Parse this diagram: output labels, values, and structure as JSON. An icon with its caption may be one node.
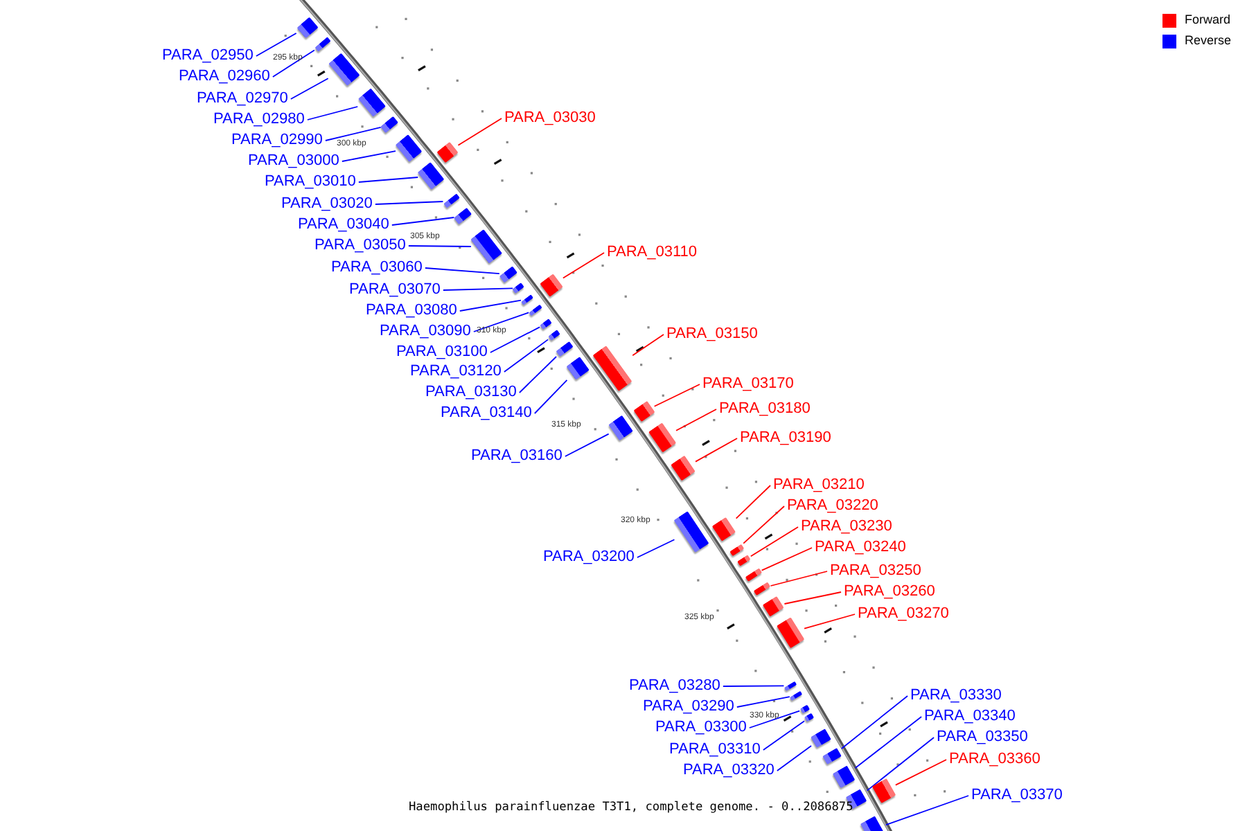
{
  "diagram": {
    "caption": "Haemophilus parainfluenzae T3T1, complete genome. - 0..2086875",
    "nodes": [
      {
        "text": [
          "PARA_02950"
        ]
      },
      {
        "text": [],
        "shape": "box"
      },
      {
        "text": [
          "PARA_02960"
        ]
      },
      {
        "text": [],
        "shape": "box"
      },
      {
        "text": [
          "PARA_02970"
        ]
      },
      {
        "text": [],
        "shape": "box"
      },
      {
        "text": [
          "PARA_02980"
        ]
      },
      {
        "text": [],
        "shape": "box"
      },
      {
        "text": [
          "PARA_03030"
        ]
      },
      {
        "text": [],
        "shape": "box"
      },
      {
        "text": [
          "PARA_02990"
        ]
      },
      {
        "text": [],
        "shape": "box"
      },
      {
        "text": [
          "PARA_03000"
        ]
      },
      {
        "text": [],
        "shape": "box"
      },
      {
        "text": [
          "PARA_03010"
        ]
      },
      {
        "text": [],
        "shape": "box"
      },
      {
        "text": [
          "PARA_03020"
        ]
      },
      {
        "text": [],
        "shape": "box"
      },
      {
        "text": [
          "PARA_03040"
        ]
      },
      {
        "text": [],
        "shape": "box"
      },
      {
        "text": [
          "PARA_03050"
        ]
      },
      {
        "text": [],
        "shape": "box"
      },
      {
        "text": [
          "PARA_03110"
        ]
      },
      {
        "text": [],
        "shape": "box"
      },
      {
        "text": [
          "PARA_03060"
        ]
      },
      {
        "text": [],
        "shape": "box"
      },
      {
        "text": [
          "PARA_03070"
        ]
      },
      {
        "text": [],
        "shape": "box"
      },
      {
        "text": [
          "PARA_03080"
        ]
      },
      {
        "text": [],
        "shape": "box"
      },
      {
        "text": [
          "PARA_03090"
        ]
      },
      {
        "text": [],
        "shape": "box"
      },
      {
        "text": [
          "PARA_03150"
        ]
      },
      {
        "text": [],
        "shape": "box"
      },
      {
        "text": [
          "PARA_03100"
        ]
      },
      {
        "text": [],
        "shape": "box"
      },
      {
        "text": [
          "PARA_03120"
        ]
      },
      {
        "text": [],
        "shape": "box"
      },
      {
        "text": [
          "PARA_03130"
        ]
      },
      {
        "text": [],
        "shape": "box"
      },
      {
        "text": [
          "PARA_03170"
        ]
      },
      {
        "text": [],
        "shape": "box"
      },
      {
        "text": [
          "PARA_03180"
        ]
      },
      {
        "text": [],
        "shape": "box"
      },
      {
        "text": [
          "PARA_03140"
        ]
      },
      {
        "text": [],
        "shape": "box"
      },
      {
        "text": [
          "PARA_03190"
        ]
      },
      {
        "text": [],
        "shape": "box"
      },
      {
        "text": [
          "PARA_03160"
        ]
      },
      {
        "text": [],
        "shape": "box"
      },
      {
        "text": [
          "PARA_03210"
        ]
      },
      {
        "text": [],
        "shape": "box"
      },
      {
        "text": [
          "PARA_03220"
        ]
      },
      {
        "text": [],
        "shape": "box"
      },
      {
        "text": [
          "PARA_03230"
        ]
      },
      {
        "text": [],
        "shape": "box"
      },
      {
        "text": [
          "PARA_03240"
        ]
      },
      {
        "text": [],
        "shape": "box"
      },
      {
        "text": [
          "PARA_03200"
        ]
      },
      {
        "text": [],
        "shape": "box"
      },
      {
        "text": [
          "PARA_03250"
        ]
      },
      {
        "text": [],
        "shape": "box"
      },
      {
        "text": [
          "PARA_03260"
        ]
      },
      {
        "text": [],
        "shape": "box"
      },
      {
        "text": [
          "PARA_03270"
        ]
      },
      {
        "text": [],
        "shape": "box"
      },
      {
        "text": [
          "PARA_03280"
        ]
      },
      {
        "text": [],
        "shape": "box"
      },
      {
        "text": [
          "PARA_03330"
        ]
      },
      {
        "text": [],
        "shape": "box"
      },
      {
        "text": [
          "PARA_03290"
        ]
      },
      {
        "text": [],
        "shape": "box"
      },
      {
        "text": [
          "PARA_03340"
        ]
      },
      {
        "text": [],
        "shape": "box"
      },
      {
        "text": [
          "PARA_03300"
        ]
      },
      {
        "text": [],
        "shape": "box"
      },
      {
        "text": [
          "PARA_03350"
        ]
      },
      {
        "text": [],
        "shape": "box"
      },
      {
        "text": [
          "PARA_03310"
        ]
      },
      {
        "text": [],
        "shape": "box"
      },
      {
        "text": [
          "PARA_03360"
        ]
      },
      {
        "text": [],
        "shape": "box"
      },
      {
        "text": [
          "PARA_03320"
        ]
      },
      {
        "text": [],
        "shape": "box"
      },
      {
        "text": [
          "PARA_03370"
        ]
      },
      {
        "text": [],
        "shape": "box"
      }
    ],
    "edges": [
      {
        "from": 0,
        "to": 1,
        "arrow": "none"
      },
      {
        "from": 2,
        "to": 3,
        "arrow": "none"
      },
      {
        "from": 4,
        "to": 5,
        "arrow": "none"
      },
      {
        "from": 6,
        "to": 7,
        "arrow": "none"
      },
      {
        "from": 8,
        "to": 9,
        "arrow": "none",
        "color": "#ff0000"
      },
      {
        "from": 10,
        "to": 11,
        "arrow": "none"
      },
      {
        "from": 12,
        "to": 13,
        "arrow": "none"
      },
      {
        "from": 14,
        "to": 15,
        "arrow": "none"
      },
      {
        "from": 16,
        "to": 17,
        "arrow": "none"
      },
      {
        "from": 18,
        "to": 19,
        "arrow": "none"
      },
      {
        "from": 20,
        "to": 21,
        "arrow": "none"
      },
      {
        "from": 22,
        "to": 23,
        "arrow": "none",
        "color": "#ff0000"
      },
      {
        "from": 24,
        "to": 25,
        "arrow": "none"
      },
      {
        "from": 26,
        "to": 27,
        "arrow": "none"
      },
      {
        "from": 28,
        "to": 29,
        "arrow": "none"
      },
      {
        "from": 30,
        "to": 31,
        "arrow": "none"
      },
      {
        "from": 32,
        "to": 33,
        "arrow": "none",
        "color": "#ff0000"
      },
      {
        "from": 34,
        "to": 35,
        "arrow": "none"
      },
      {
        "from": 36,
        "to": 37,
        "arrow": "none"
      },
      {
        "from": 38,
        "to": 39,
        "arrow": "none"
      },
      {
        "from": 40,
        "to": 41,
        "arrow": "none",
        "color": "#ff0000"
      },
      {
        "from": 42,
        "to": 43,
        "arrow": "none",
        "color": "#ff0000"
      },
      {
        "from": 44,
        "to": 45,
        "arrow": "none"
      },
      {
        "from": 46,
        "to": 47,
        "arrow": "none",
        "color": "#ff0000"
      },
      {
        "from": 48,
        "to": 49,
        "arrow": "none"
      },
      {
        "from": 50,
        "to": 51,
        "arrow": "none",
        "color": "#ff0000"
      },
      {
        "from": 52,
        "to": 53,
        "arrow": "none",
        "color": "#ff0000"
      },
      {
        "from": 54,
        "to": 55,
        "arrow": "none",
        "color": "#ff0000"
      },
      {
        "from": 56,
        "to": 57,
        "arrow": "none",
        "color": "#ff0000"
      },
      {
        "from": 58,
        "to": 59,
        "arrow": "none"
      },
      {
        "from": 60,
        "to": 61,
        "arrow": "none",
        "color": "#ff0000"
      },
      {
        "from": 62,
        "to": 63,
        "arrow": "none",
        "color": "#ff0000"
      },
      {
        "from": 64,
        "to": 65,
        "arrow": "none",
        "color": "#ff0000"
      },
      {
        "from": 66,
        "to": 67,
        "arrow": "none"
      },
      {
        "from": 68,
        "to": 69,
        "arrow": "none"
      },
      {
        "from": 70,
        "to": 71,
        "arrow": "none"
      },
      {
        "from": 72,
        "to": 73,
        "arrow": "none"
      },
      {
        "from": 74,
        "to": 75,
        "arrow": "none"
      },
      {
        "from": 76,
        "to": 77,
        "arrow": "none"
      },
      {
        "from": 78,
        "to": 79,
        "arrow": "none"
      },
      {
        "from": 80,
        "to": 81,
        "arrow": "none",
        "color": "#ff0000"
      },
      {
        "from": 82,
        "to": 83,
        "arrow": "none"
      },
      {
        "from": 84,
        "to": 85,
        "arrow": "none"
      }
    ],
    "labels": [
      "295 kbp",
      "300 kbp",
      "305 kbp",
      "310 kbp",
      "315 kbp",
      "320 kbp",
      "325 kbp",
      "330 kbp"
    ],
    "legend": [
      {
        "text": "Forward",
        "color": "#ff0000"
      },
      {
        "text": "Reverse",
        "color": "#0000ff"
      }
    ]
  }
}
